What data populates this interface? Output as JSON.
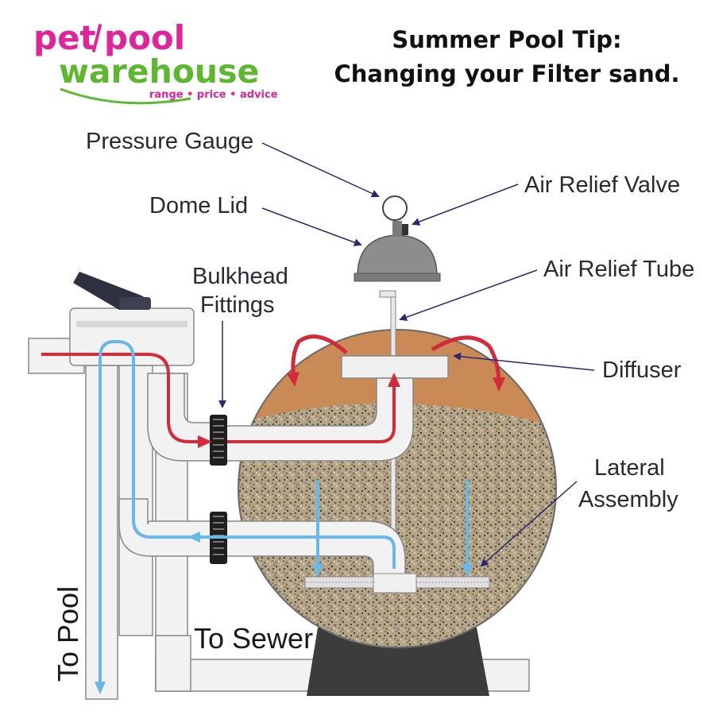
{
  "logo": {
    "pet": "pet",
    "pool": "pool",
    "warehouse": "warehouse",
    "tagline": "range • price • advice",
    "colors": {
      "magenta": "#e0249a",
      "green": "#5cb82e"
    }
  },
  "header": {
    "line1": "Summer Pool Tip:",
    "line2": "Changing your Filter sand."
  },
  "labels": {
    "pressure_gauge": "Pressure Gauge",
    "dome_lid": "Dome Lid",
    "air_relief_valve": "Air Relief Valve",
    "air_relief_tube": "Air Relief Tube",
    "bulkhead_line1": "Bulkhead",
    "bulkhead_line2": "Fittings",
    "diffuser": "Diffuser",
    "lateral_line1": "Lateral",
    "lateral_line2": "Assembly",
    "to_pool": "To Pool",
    "to_sewer": "To Sewer"
  },
  "colors": {
    "inflow_arrow": "#d42a3a",
    "outflow_arrow": "#6ab8e8",
    "water_zone": "#c98a55",
    "sand": "#b0a282",
    "pipe": "#f2f2f2",
    "pipe_outline": "#888888",
    "stand": "#3c3c3c",
    "label_arrow": "#2b2770"
  }
}
